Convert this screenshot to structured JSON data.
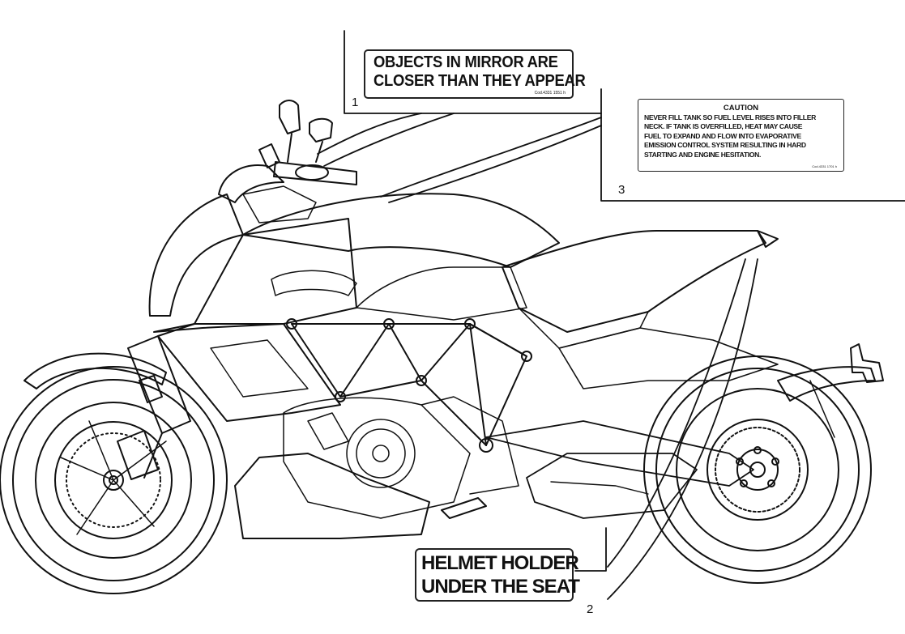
{
  "labels": {
    "mirror": {
      "line1": "OBJECTS IN MIRROR ARE",
      "line2": "CLOSER THAN THEY APPEAR",
      "code": "Cod.4331 1551 h"
    },
    "caution": {
      "heading": "CAUTION",
      "lines": [
        "NEVER FILL TANK SO FUEL LEVEL RISES INTO FILLER",
        "NECK. IF TANK IS OVERFILLED, HEAT MAY CAUSE",
        "FUEL TO EXPAND AND FLOW INTO EVAPORATIVE",
        "EMISSION CONTROL SYSTEM RESULTING IN HARD",
        "STARTING AND ENGINE HESITATION."
      ],
      "code": "Cod.4331 1701 h"
    },
    "helmet": {
      "line1": "HELMET HOLDER",
      "line2": "UNDER THE SEAT"
    }
  },
  "callouts": {
    "n1": "1",
    "n2": "2",
    "n3": "3"
  }
}
